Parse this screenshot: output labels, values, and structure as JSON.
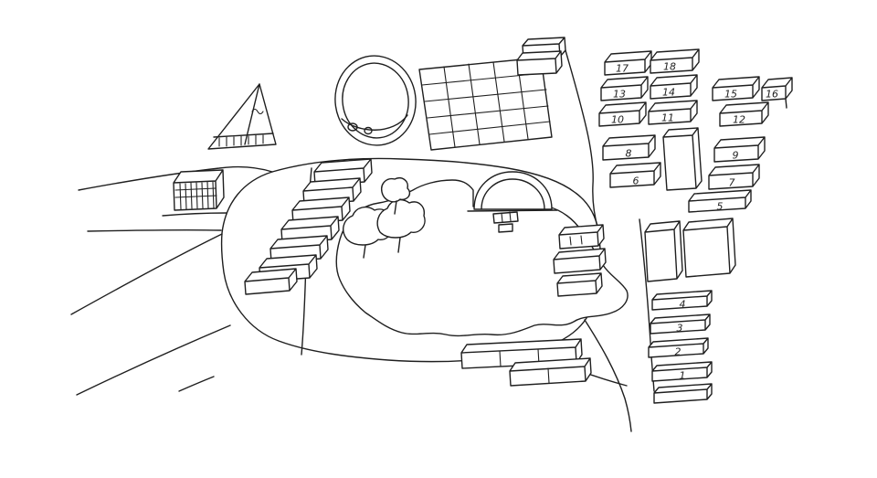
{
  "colors": {
    "ink": "#1f1f1f",
    "paper": "#ffffff"
  },
  "labels": {
    "b17": "17",
    "b18": "18",
    "b13": "13",
    "b14": "14",
    "b15": "15",
    "b16": "16",
    "b10": "10",
    "b11": "11",
    "b12": "12",
    "b8": "8",
    "b9": "9",
    "b6": "6",
    "b7": "7",
    "b5": "5",
    "b4": "4",
    "b3": "3",
    "b2": "2",
    "b1": "1"
  }
}
